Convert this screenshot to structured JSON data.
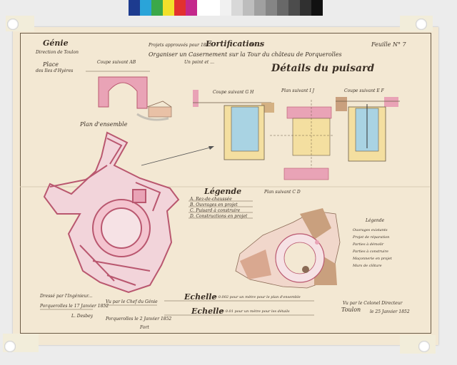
{
  "header": {
    "genie": "Génie",
    "direction": "Direction de Toulon",
    "place": "Place",
    "place_name": "des Iles d'Hyères",
    "projet": "Projets approuvés pour 1852",
    "fortifications": "Fortifications",
    "article": "Art. 2",
    "subtitle": "Organiser un Casernement sur la Tour du château de Porquerolles",
    "scale_note": "Un point et ...",
    "feuille": "Feuille N° 7",
    "details_title": "Détails du puisard"
  },
  "labels": {
    "coupe_ab": "Coupe suivant AB",
    "plan_ensemble": "Plan d'ensemble",
    "coupe_suivant_gh": "Coupe suivant G H",
    "plan_suivant_ij": "Plan suivant I J",
    "coupe_suivant_ef": "Coupe suivant E F",
    "plan_suivant_cd": "Plan suivant C D",
    "legende": "Légende"
  },
  "legend_items": [
    "A. Rez-de-chaussée",
    "B. Ouvrages en projet",
    "C. Puisard à construire",
    "D. Constructions en projet"
  ],
  "right_legend": {
    "title": "Légende",
    "lines": [
      "Ouvrages existants",
      "Projet de réparation",
      "Parties à démolir",
      "Parties à construire",
      "Maçonnerie en projet",
      "Murs de clôture"
    ]
  },
  "bottom": {
    "dresse": "Dressé par l'Ingénieur...",
    "porquerolles1": "Porquerolles le 17 Janvier 1852",
    "signature1": "L. Desbey",
    "vu": "Vu par le Chef du Génie",
    "porquerolles2": "Porquerolles le 2 Janvier 1852",
    "signature2": "Fort",
    "echelle1": "Echelle",
    "echelle1_note": "de 0.002 pour un mètre pour le plan d'ensemble",
    "echelle2": "Echelle",
    "echelle2_note": "de 0.01 pour un mètre pour les détails",
    "toulon": "Toulon",
    "vu_directeur": "Vu par le Colonel Directeur",
    "date_toulon": "le 25 Janvier 1852"
  },
  "colors": {
    "paper": "#f3e8d3",
    "pink": "#e9a3b6",
    "pink_dark": "#b9576f",
    "water": "#a9d3e3",
    "yellow": "#f4dfa0",
    "brown": "#c9a07e"
  }
}
